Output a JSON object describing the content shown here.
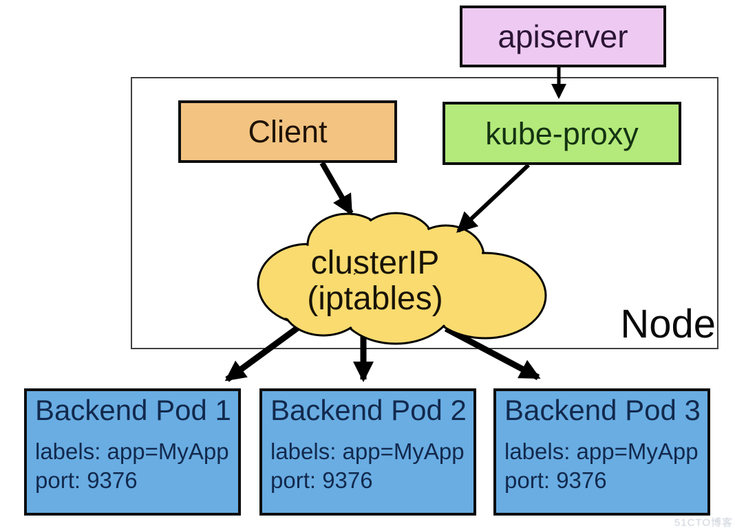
{
  "diagram": {
    "title_hint": "Kubernetes Service clusterIP (iptables) proxying diagram",
    "apiserver": {
      "label": "apiserver"
    },
    "client": {
      "label": "Client"
    },
    "kube_proxy": {
      "label": "kube-proxy"
    },
    "cloud": {
      "line1": "clusterIP",
      "line2": "(iptables)"
    },
    "node": {
      "label": "Node"
    },
    "pods": [
      {
        "title": "Backend Pod 1",
        "labels": "labels: app=MyApp",
        "port": "port: 9376"
      },
      {
        "title": "Backend Pod 2",
        "labels": "labels: app=MyApp",
        "port": "port: 9376"
      },
      {
        "title": "Backend Pod 3",
        "labels": "labels: app=MyApp",
        "port": "port: 9376"
      }
    ],
    "arrows": [
      {
        "from": "apiserver",
        "to": "kube-proxy"
      },
      {
        "from": "Client",
        "to": "clusterIP (iptables)"
      },
      {
        "from": "kube-proxy",
        "to": "clusterIP (iptables)"
      },
      {
        "from": "clusterIP (iptables)",
        "to": "Backend Pod 1"
      },
      {
        "from": "clusterIP (iptables)",
        "to": "Backend Pod 2"
      },
      {
        "from": "clusterIP (iptables)",
        "to": "Backend Pod 3"
      }
    ],
    "watermark": "51CTO博客",
    "colors": {
      "apiserver_fill": "#eec9f2",
      "client_fill": "#f2c381",
      "kube_proxy_fill": "#b4e97b",
      "cloud_fill": "#f9db6f",
      "pod_fill": "#69ade3",
      "pod_text": "#12294d",
      "box_border": "#0d0d0d",
      "node_border": "#3f3f3f",
      "arrow": "#000000",
      "background": "#ffffff"
    }
  }
}
